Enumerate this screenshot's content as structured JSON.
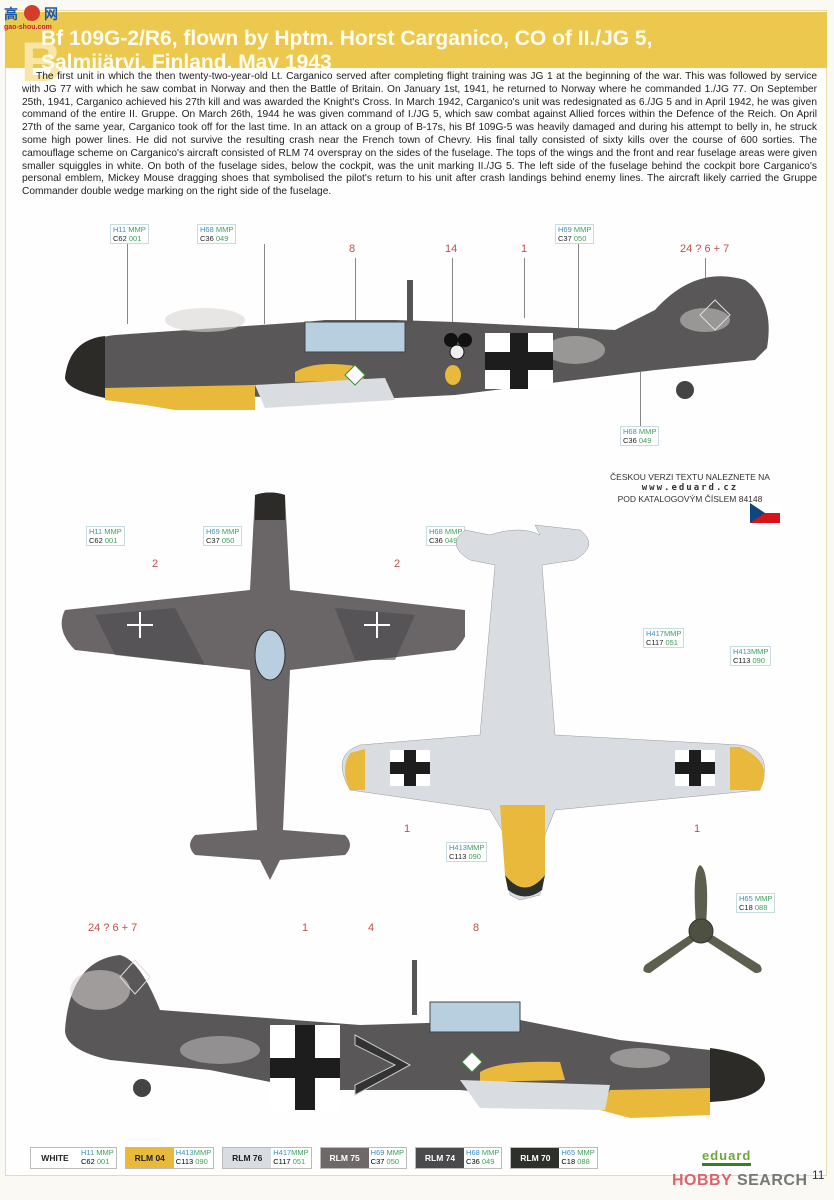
{
  "header": {
    "letter": "B",
    "title_line1": "Bf 109G-2/R6, flown by Hptm. Horst Carganico, CO of II./JG 5,",
    "title_line2": "Salmijärvi, Finland, May 1943",
    "watermark_top": {
      "chars": "高手网",
      "site": "gao-shou.com"
    },
    "accent_color": "#ecc94e"
  },
  "description": "The first unit in which the then twenty-two-year-old Lt. Carganico served after completing flight training was JG 1 at the beginning of the war. This was followed by service with JG 77 with which he saw combat in Norway and then the Battle of Britain. On January 1st, 1941, he returned to Norway where he commanded 1./JG 77. On September 25th, 1941, Carganico achieved his 27th kill and was awarded the Knight's Cross. In March 1942, Carganico's unit was redesignated as 6./JG 5 and in April 1942, he was given command of the entire II. Gruppe. On March 26th, 1944 he was given command of I./JG 5, which saw combat against Allied forces within the Defence of the Reich. On April 27th of the same year, Carganico took off for the last time. In an attack on a group of B-17s, his Bf 109G-5 was heavily damaged and during his attempt to belly in, he struck some high power lines. He did not survive the resulting crash near the French town of Chevry. His final tally consisted of sixty kills over the course of 600 sorties. The camouflage scheme on Carganico's aircraft consisted of RLM 74 overspray on the sides of the fuselage. The tops of the wings and the front and rear fuselage areas were given smaller squiggles in  white. On both of the fuselage sides, below the cockpit, was the unit marking II./JG 5. The left side of the fuselage behind the cockpit bore Carganico's personal emblem, Mickey Mouse dragging shoes that symbolised the pilot's return to his unit after crash landings behind enemy lines. The aircraft likely carried the Gruppe Commander double wedge marking on the right side of the fuselage.",
  "paint_labels": {
    "p1": {
      "h": "H11",
      "m": "MMP",
      "c": "C62",
      "n": "001"
    },
    "p2": {
      "h": "H68",
      "m": "MMP",
      "c": "C36",
      "n": "049"
    },
    "p3": {
      "h": "H69",
      "m": "MMP",
      "c": "C37",
      "n": "050"
    },
    "p4": {
      "h": "H68",
      "m": "MMP",
      "c": "C36",
      "n": "049"
    },
    "p5": {
      "h": "H11",
      "m": "MMP",
      "c": "C62",
      "n": "001"
    },
    "p6": {
      "h": "H69",
      "m": "MMP",
      "c": "C37",
      "n": "050"
    },
    "p7": {
      "h": "H68",
      "m": "MMP",
      "c": "C36",
      "n": "049"
    },
    "p8": {
      "h": "H417",
      "m": "MMP",
      "c": "C117",
      "n": "051"
    },
    "p9": {
      "h": "H413",
      "m": "MMP",
      "c": "C113",
      "n": "090"
    },
    "p10": {
      "h": "H413",
      "m": "MMP",
      "c": "C113",
      "n": "090"
    },
    "p11": {
      "h": "H65",
      "m": "MMP",
      "c": "C18",
      "n": "088"
    }
  },
  "callouts": {
    "left_8": "8",
    "left_14": "14",
    "left_1": "1",
    "left_tail": "24 ? 6 + 7",
    "top_2a": "2",
    "top_2b": "2",
    "bottom_1a": "1",
    "bottom_1b": "1",
    "right_tail": "24 ? 6 + 7",
    "right_1": "1",
    "right_4": "4",
    "right_8": "8"
  },
  "czech_note": {
    "line1": "ČESKOU VERZI TEXTU NALEZNETE NA",
    "line2": "www.eduard.cz",
    "line3": "POD KATALOGOVÝM ČÍSLEM 84148"
  },
  "swatches": [
    {
      "name": "WHITE",
      "color": "#ffffff",
      "text": "#222",
      "h": "H11",
      "m": "MMP",
      "c": "C62",
      "n": "001"
    },
    {
      "name": "RLM 04",
      "color": "#e9b93c",
      "text": "#222",
      "h": "H413",
      "m": "MMP",
      "c": "C113",
      "n": "090"
    },
    {
      "name": "RLM 76",
      "color": "#d9dde2",
      "text": "#222",
      "h": "H417",
      "m": "MMP",
      "c": "C117",
      "n": "051"
    },
    {
      "name": "RLM 75",
      "color": "#6e6868",
      "text": "#fff",
      "h": "H69",
      "m": "MMP",
      "c": "C37",
      "n": "050"
    },
    {
      "name": "RLM 74",
      "color": "#4a4a4c",
      "text": "#fff",
      "h": "H68",
      "m": "MMP",
      "c": "C36",
      "n": "049"
    },
    {
      "name": "RLM 70",
      "color": "#2e312b",
      "text": "#fff",
      "h": "H65",
      "m": "MMP",
      "c": "C18",
      "n": "088"
    }
  ],
  "footer": {
    "brand": "eduard",
    "watermark": "HOBBY SEARCH",
    "watermark_a": "HO",
    "watermark_b": "BBY",
    "watermark_c": "SEARCH",
    "page_number": "11"
  }
}
